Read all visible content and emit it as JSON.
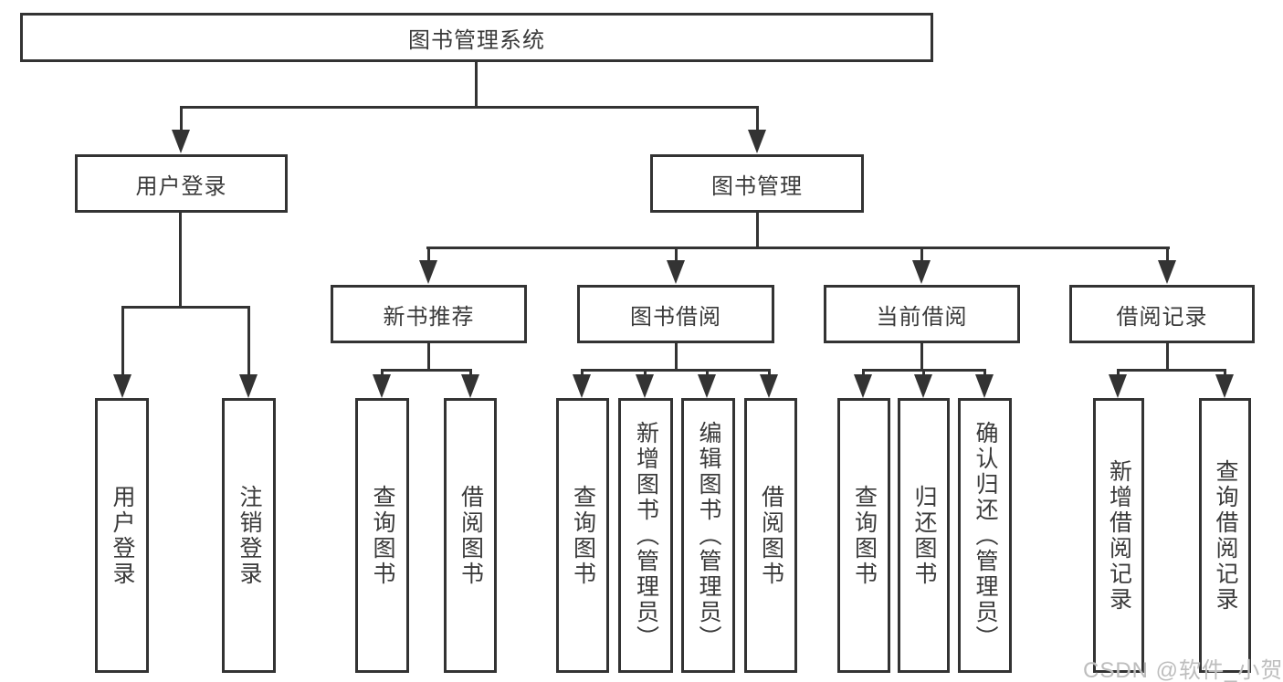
{
  "diagram": {
    "title": "图书管理系统",
    "colors": {
      "line": "#333333",
      "text": "#3a3a3a",
      "box_bg": "#ffffff",
      "watermark": "#bdbdbd"
    },
    "nodes": {
      "root": "图书管理系统",
      "user_login": "用户登录",
      "book_mgmt": "图书管理",
      "new_book": "新书推荐",
      "book_borrow": "图书借阅",
      "current_borrow": "当前借阅",
      "borrow_record": "借阅记录",
      "leaves": {
        "user_login_children": [
          "用户登录",
          "注销登录"
        ],
        "new_book_children": [
          "查询图书",
          "借阅图书"
        ],
        "book_borrow_children": [
          "查询图书",
          "新增图书（管理员）",
          "编辑图书（管理员）",
          "借阅图书"
        ],
        "current_borrow_children": [
          "查询图书",
          "归还图书",
          "确认归还（管理员）"
        ],
        "borrow_record_children": [
          "新增借阅记录",
          "查询借阅记录"
        ]
      }
    },
    "watermark": "CSDN @软件_小贺同学"
  }
}
